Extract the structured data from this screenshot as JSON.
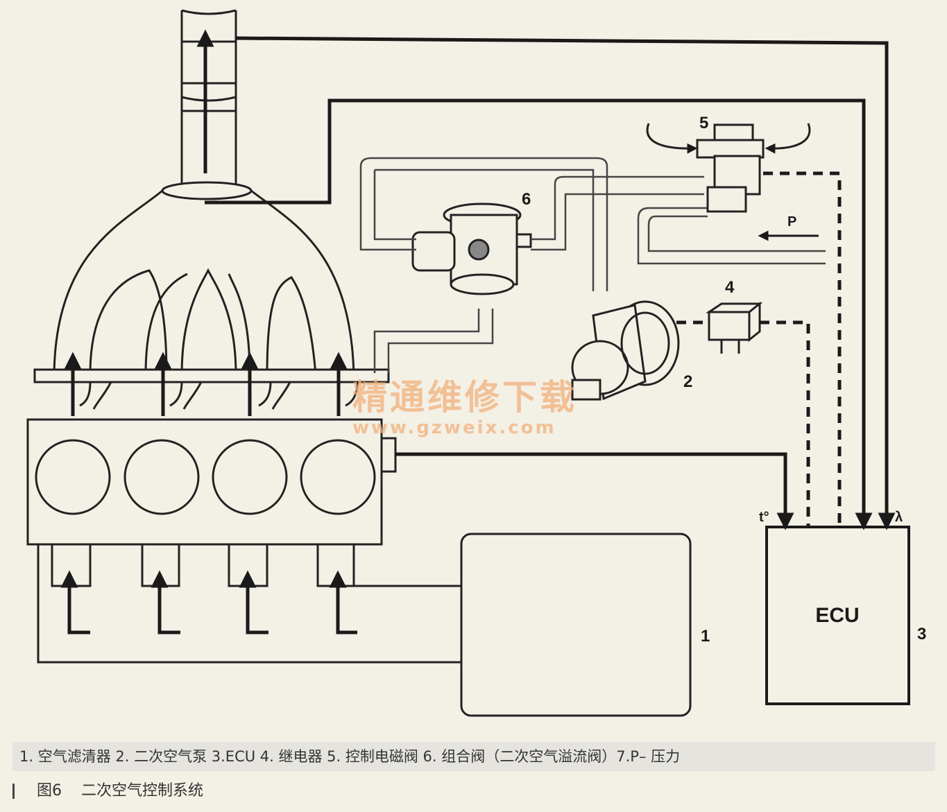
{
  "diagram": {
    "components": [
      {
        "number": "1",
        "name": "空气滤清器"
      },
      {
        "number": "2",
        "name": "二次空气泵"
      },
      {
        "number": "3",
        "name": "ECU"
      },
      {
        "number": "4",
        "name": "继电器"
      },
      {
        "number": "5",
        "name": "控制电磁阀"
      },
      {
        "number": "6",
        "name": "组合阀（二次空气溢流阀）"
      }
    ],
    "ecu_label": "ECU",
    "pressure_label": "P",
    "temp_input_label": "t°",
    "lambda_input_label": "λ",
    "numbers": {
      "filter": "1",
      "pump": "2",
      "ecu": "3",
      "relay": "4",
      "solenoid": "5",
      "combo_valve": "6"
    }
  },
  "watermark": {
    "text": "精通维修下载",
    "url": "www.gzweix.com"
  },
  "legend": "1. 空气滤清器 2. 二次空气泵 3.ECU 4. 继电器 5. 控制电磁阀 6. 组合阀（二次空气溢流阀）7.P– 压力",
  "caption": {
    "figure": "图6",
    "title": "二次空气控制系统"
  },
  "colors": {
    "line": "#1a1a1a",
    "background": "#f3f0e6",
    "watermark": "#f2b07a"
  }
}
